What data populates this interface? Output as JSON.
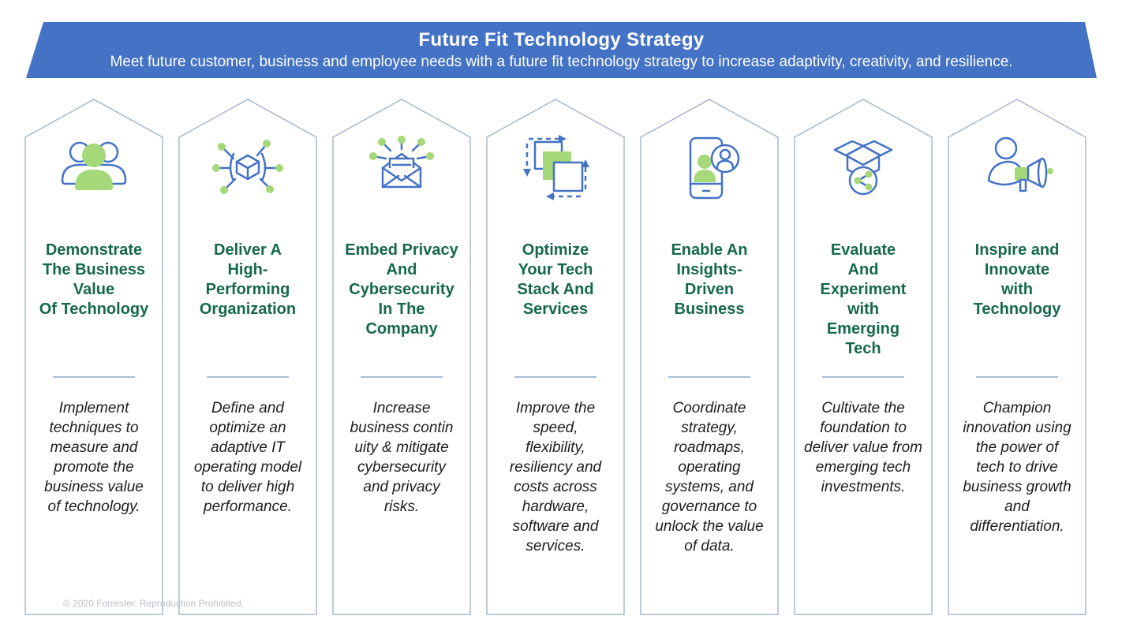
{
  "banner": {
    "title": "Future Fit Technology Strategy",
    "subtitle": "Meet future customer, business and employee needs with a future fit technology strategy to increase adaptivity, creativity, and resilience.",
    "bg_color": "#4472C4",
    "text_color": "#FFFFFF"
  },
  "pillars": [
    {
      "icon": "people-group-icon",
      "title": "Demonstrate\nThe Business\nValue\nOf Technology",
      "description": "Implement\ntechniques to\nmeasure and\npromote the\nbusiness value\nof technology."
    },
    {
      "icon": "network-box-icon",
      "title": "Deliver A\nHigh-\nPerforming\nOrganization",
      "description": "Define and\noptimize an\nadaptive IT\noperating model\nto deliver high\nperformance."
    },
    {
      "icon": "envelope-alert-icon",
      "title": "Embed Privacy\nAnd\nCybersecurity\nIn The\nCompany",
      "description": "Increase\nbusiness contin\nuity & mitigate\ncybersecurity\nand privacy\nrisks."
    },
    {
      "icon": "stacked-squares-cycle-icon",
      "title": "Optimize\nYour Tech\nStack And\nServices",
      "description": "Improve the\nspeed,\nflexibility,\nresiliency and\ncosts across\nhardware,\nsoftware and\nservices."
    },
    {
      "icon": "mobile-user-icon",
      "title": "Enable An\nInsights-\nDriven\nBusiness",
      "description": "Coordinate\nstrategy,\nroadmaps,\noperating\nsystems, and\ngovernance to\nunlock the value\nof data."
    },
    {
      "icon": "unbox-share-icon",
      "title": "Evaluate\nAnd\nExperiment\nwith\nEmerging\nTech",
      "description": "Cultivate the\nfoundation to\ndeliver value from\nemerging tech\ninvestments."
    },
    {
      "icon": "person-megaphone-icon",
      "title": "Inspire and\nInnovate\nwith\nTechnology",
      "description": "Champion\ninnovation using\nthe power of\ntech to drive\nbusiness growth\nand\ndifferentiation."
    }
  ],
  "footer": {
    "copyright": "© 2020 Forrester. Reproduction Prohibited."
  },
  "colors": {
    "banner_blue": "#4472C4",
    "icon_blue": "#4472C4",
    "icon_green": "#A4D878",
    "title_green": "#15694A",
    "pillar_border": "#A9B8CB",
    "divider": "#A9BDD6",
    "footer_gray": "#B9C0CB"
  }
}
